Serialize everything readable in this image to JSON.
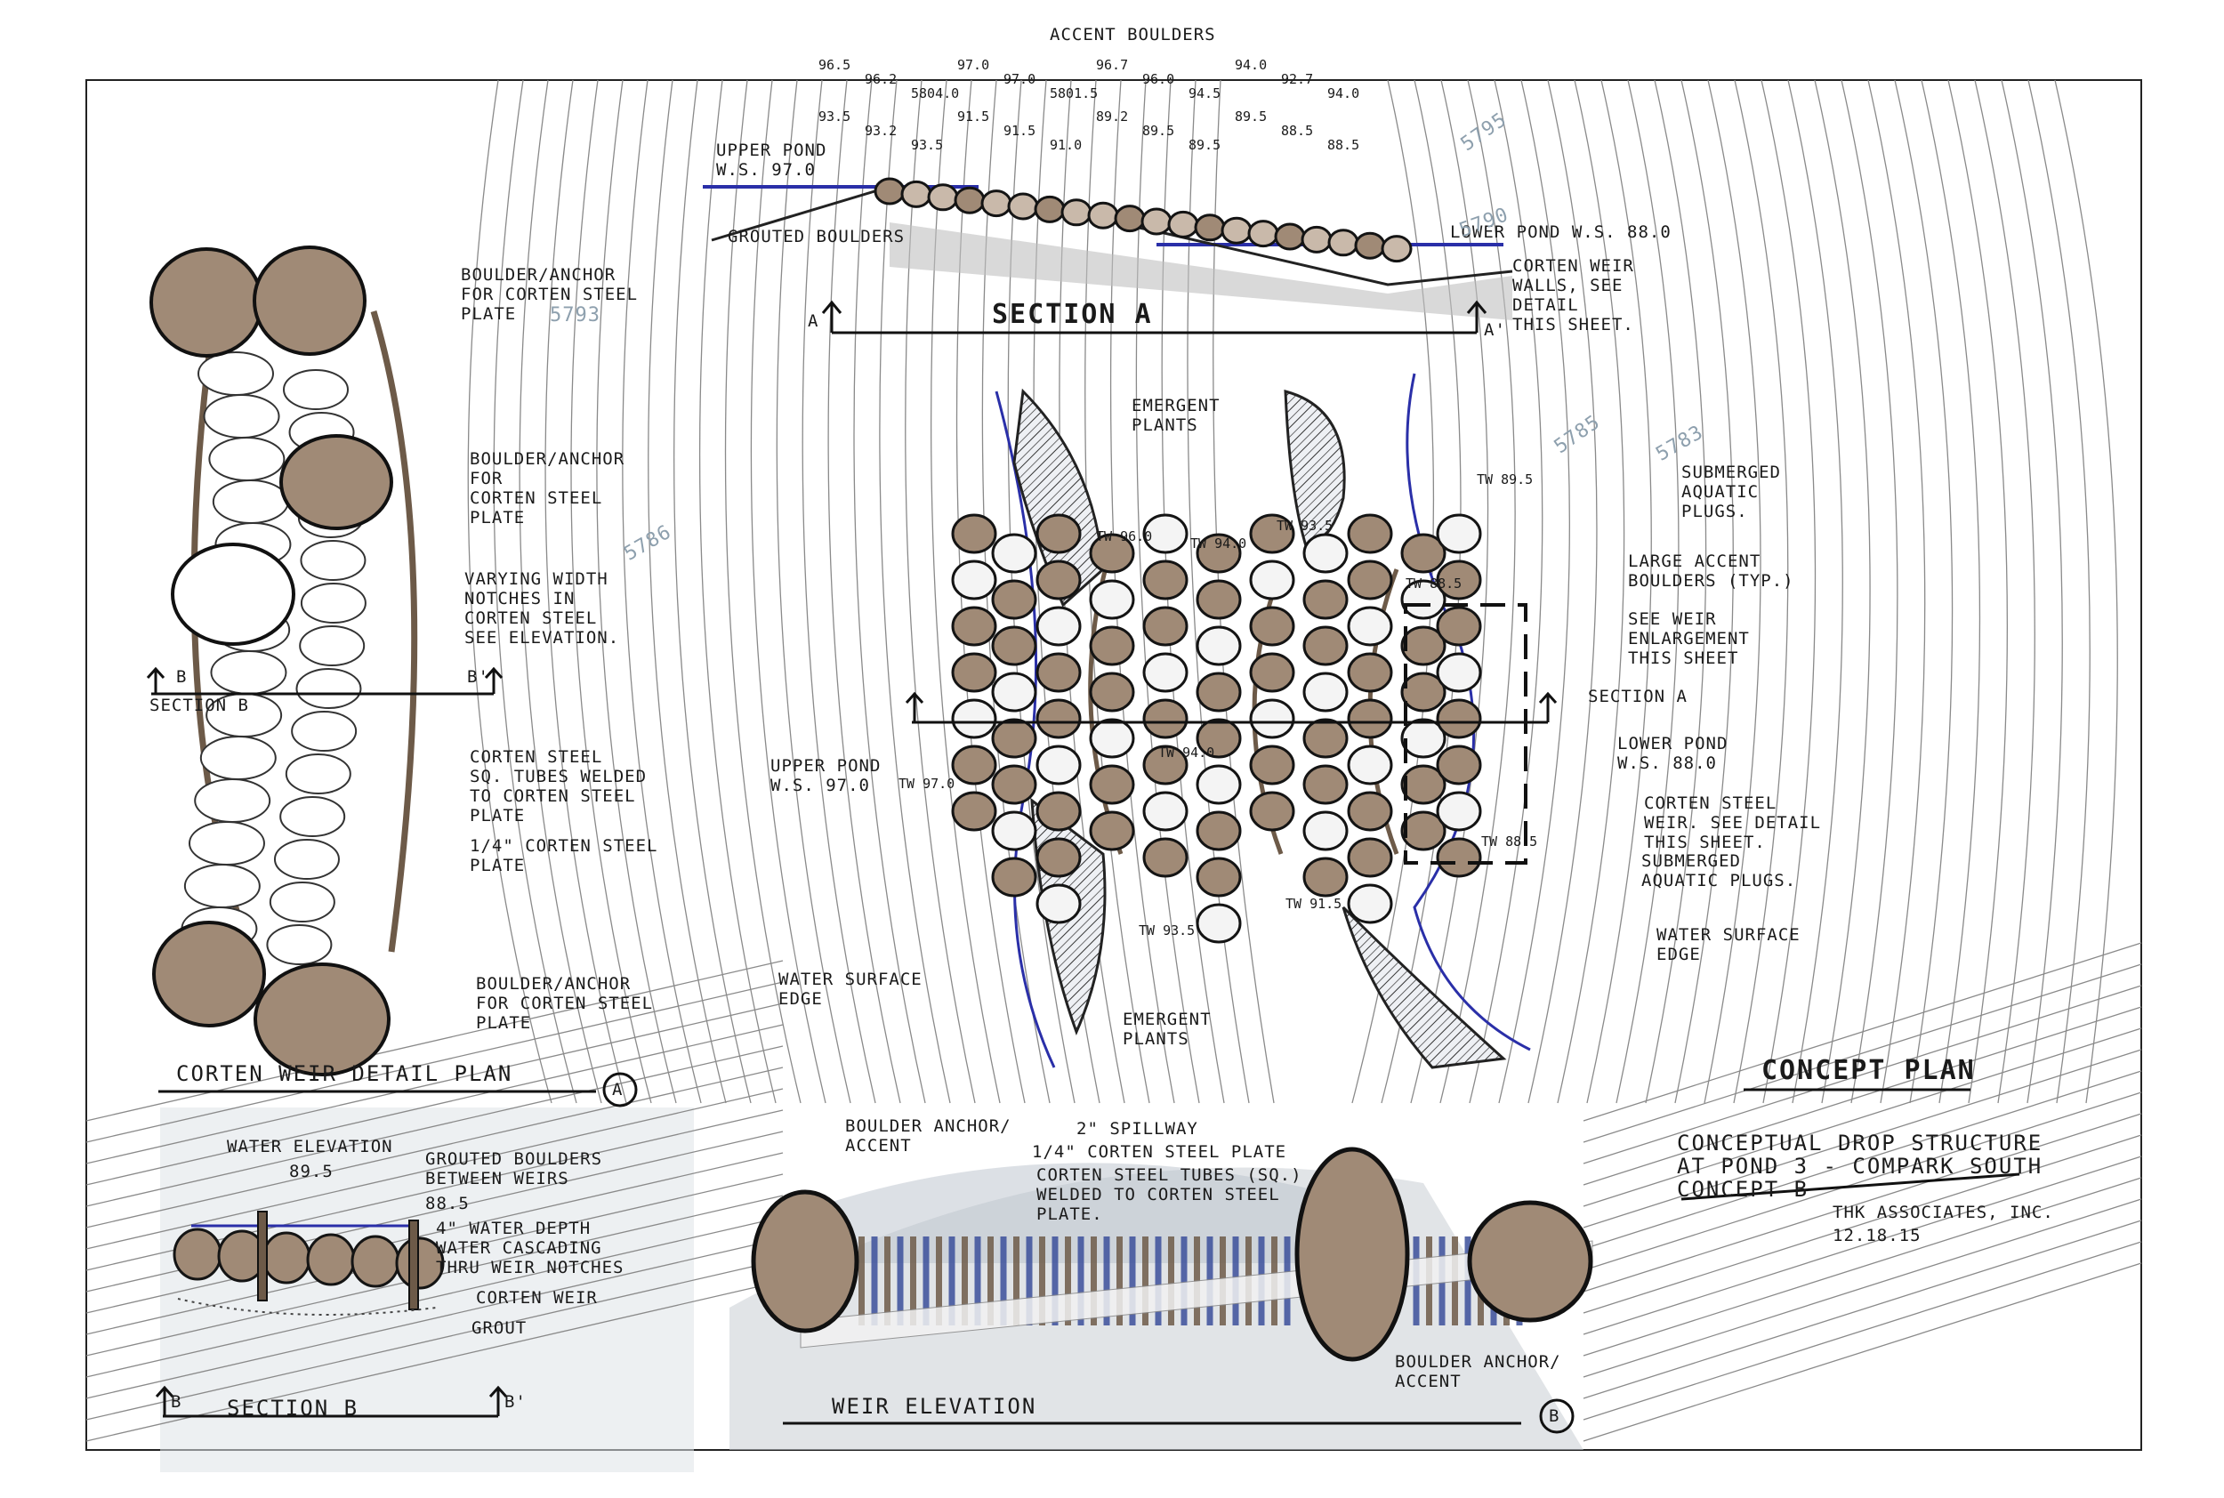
{
  "colors": {
    "boulder": "#a08a76",
    "boulder_pale": "#c9b9aa",
    "ink": "#141414",
    "water": "#2a2fa8",
    "contour": "#7a7a7a",
    "paper": "#ffffff",
    "overlay": "#c8cdd4"
  },
  "section_a": {
    "title": "SECTION A",
    "marker_left": "A",
    "marker_right": "A'",
    "upper_pond": "UPPER POND\nW.S. 97.0",
    "lower_pond": "LOWER POND W.S. 88.0",
    "grouted": "GROUTED BOULDERS",
    "accent": "ACCENT BOULDERS",
    "corten": "CORTEN WEIR\nWALLS, SEE\nDETAIL\nTHIS SHEET.",
    "elevations": [
      "96.5",
      "96.2",
      "5804.0",
      "97.0",
      "97.0",
      "5801.5",
      "96.7",
      "96.0",
      "94.5",
      "94.0",
      "92.7",
      "94.0",
      "93.5",
      "93.2",
      "93.5",
      "91.5",
      "91.5",
      "91.0",
      "89.2",
      "89.5",
      "89.5",
      "89.5",
      "88.5",
      "88.5"
    ],
    "contour_a": "5795",
    "contour_b": "5790"
  },
  "detail_plan": {
    "title": "CORTEN WEIR DETAIL PLAN",
    "number": "A",
    "boulder_top": "BOULDER/ANCHOR\nFOR CORTEN STEEL\nPLATE",
    "boulder_mid": "BOULDER/ANCHOR\nFOR\nCORTEN STEEL\nPLATE",
    "varying": "VARYING WIDTH\nNOTCHES IN\nCORTEN STEEL\nSEE ELEVATION.",
    "tubes": "CORTEN STEEL\nSQ. TUBES WELDED\nTO CORTEN STEEL\nPLATE",
    "plate": "1/4\" CORTEN STEEL\nPLATE",
    "boulder_bot": "BOULDER/ANCHOR\nFOR CORTEN STEEL\nPLATE",
    "section_b": "SECTION B",
    "marker_b": "B",
    "marker_b2": "B'",
    "contour": "5793",
    "contour2": "5786"
  },
  "concept_plan": {
    "title": "CONCEPT PLAN",
    "emergent_top": "EMERGENT\nPLANTS",
    "emergent_bot": "EMERGENT\nPLANTS",
    "submerged_top": "SUBMERGED\nAQUATIC\nPLUGS.",
    "large_accent": "LARGE ACCENT\nBOULDERS (TYP.)",
    "see_weir": "SEE WEIR\nENLARGEMENT\nTHIS SHEET",
    "section_a": "SECTION A",
    "lower_pond": "LOWER POND\nW.S. 88.0",
    "upper_pond": "UPPER POND\nW.S. 97.0",
    "corten": "CORTEN STEEL\nWEIR. SEE DETAIL\nTHIS SHEET.",
    "submerged_bot": "SUBMERGED\nAQUATIC PLUGS.",
    "water_edge_r": "WATER SURFACE\nEDGE",
    "water_edge_l": "WATER SURFACE\nEDGE",
    "tw": [
      "TW 97.0",
      "TW 96.0",
      "TW 94.0",
      "TW 93.5",
      "TW 89.5",
      "TW 88.5",
      "TW 88.5",
      "TW 93.5",
      "TW 91.5",
      "TW 94.0"
    ],
    "contour_a": "5785",
    "contour_b": "5783"
  },
  "section_b": {
    "title": "SECTION B",
    "water_elev": "WATER ELEVATION",
    "elev_a": "89.5",
    "elev_b": "88.5",
    "grouted": "GROUTED BOULDERS\nBETWEEN WEIRS",
    "depth": "4\" WATER DEPTH\nWATER CASCADING\nTHRU WEIR NOTCHES",
    "corten": "CORTEN WEIR",
    "grout": "GROUT",
    "marker_b": "B",
    "marker_b2": "B'"
  },
  "weir_elevation": {
    "title": "WEIR ELEVATION",
    "number": "B",
    "boulder_tl": "BOULDER ANCHOR/\nACCENT",
    "spillway": "2\" SPILLWAY",
    "plate": "1/4\" CORTEN STEEL PLATE",
    "tubes": "CORTEN STEEL TUBES (SQ.)\nWELDED TO CORTEN STEEL\nPLATE.",
    "boulder_br": "BOULDER ANCHOR/\nACCENT"
  },
  "title_block": {
    "title": "CONCEPTUAL DROP STRUCTURE\nAT POND 3 - COMPARK SOUTH\nCONCEPT B",
    "firm": "THK ASSOCIATES, INC.",
    "date": "12.18.15"
  }
}
